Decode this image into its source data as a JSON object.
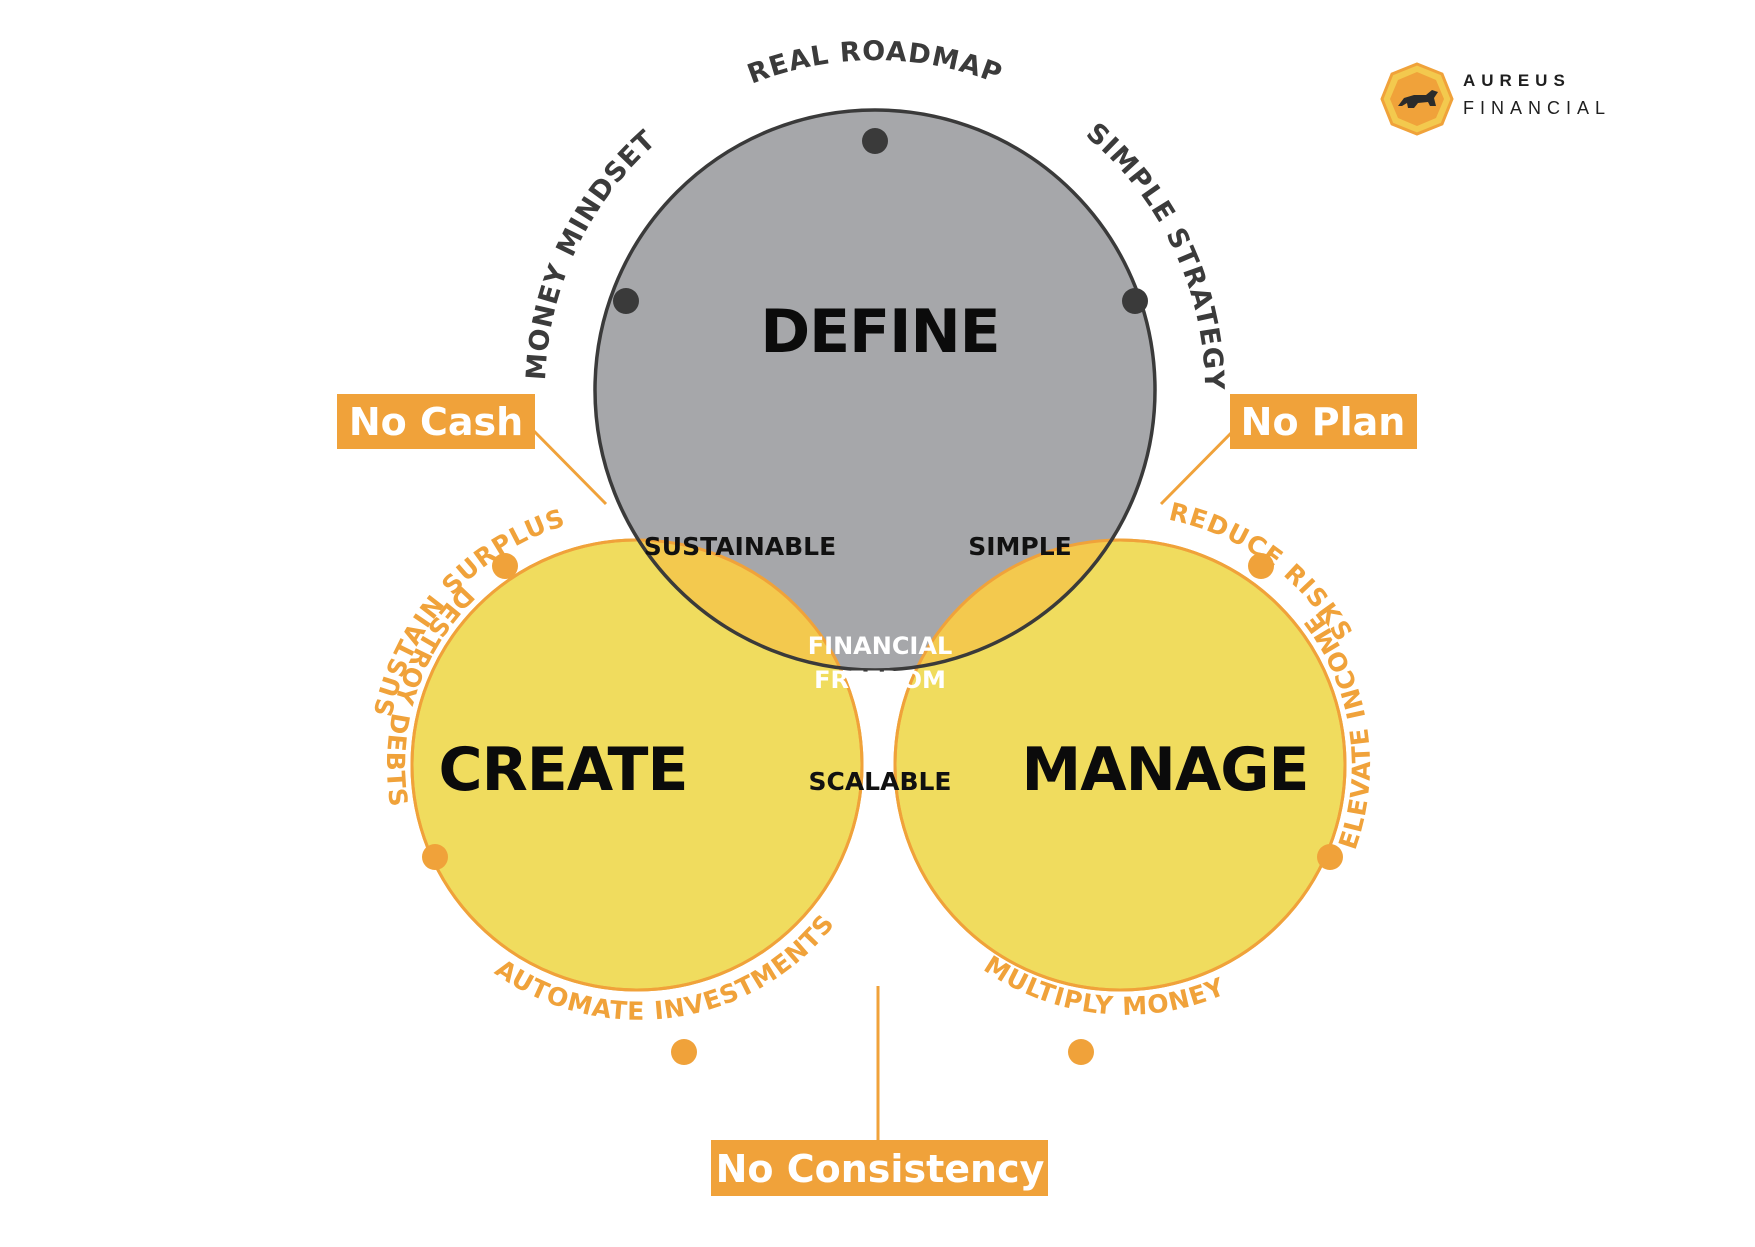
{
  "brand": {
    "name": "AUREUS",
    "subtitle": "FINANCIAL"
  },
  "circles": {
    "define": {
      "label": "DEFINE",
      "fill": "#a6a7aa",
      "stroke": "#3a3a3a"
    },
    "create": {
      "label": "CREATE",
      "fill": "#f0dc5e",
      "stroke": "#f0a23a"
    },
    "manage": {
      "label": "MANAGE",
      "fill": "#f0dc5e",
      "stroke": "#f0a23a"
    }
  },
  "intersections": {
    "define_create": "SUSTAINABLE",
    "define_manage": "SIMPLE",
    "create_manage": "SCALABLE",
    "center_line1": "FINANCIAL",
    "center_line2": "FREEDOM"
  },
  "arc_labels": {
    "money_mindset": "MONEY MINDSET",
    "real_roadmap": "REAL ROADMAP",
    "simple_strategy": "SIMPLE STRATEGY",
    "sustain_surplus": "SUSTAIN SURPLUS",
    "destroy_debts": "DESTROY DEBTS",
    "automate_investments": "AUTOMATE INVESTMENTS",
    "reduce_risks": "REDUCE RISKS",
    "elevate_income": "ELEVATE INCOME",
    "multiply_money": "MULTIPLY MONEY"
  },
  "callouts": {
    "no_cash": "No Cash",
    "no_plan": "No Plan",
    "no_consistency": "No Consistency"
  },
  "colors": {
    "accent_orange": "#f0a23a",
    "dark_gray": "#3a3a3a",
    "sustainable_overlap": "#f3c94e",
    "scalable_overlap": "#ebcc24",
    "center_overlap": "#f2ad3f"
  }
}
